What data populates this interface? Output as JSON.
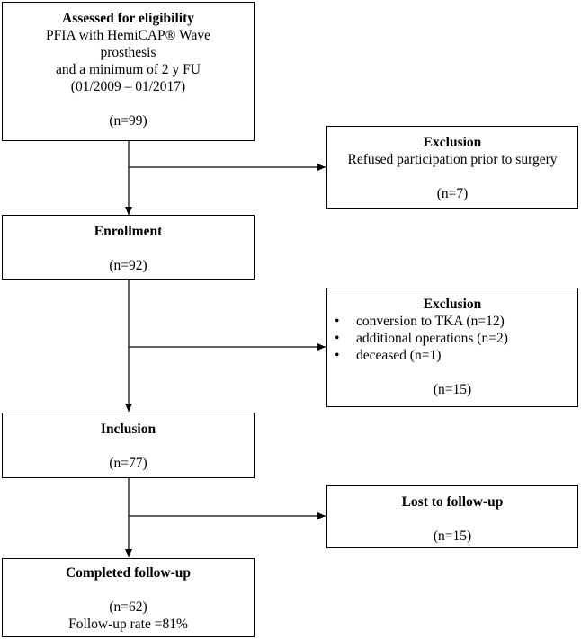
{
  "boxes": {
    "eligibility": {
      "title": "Assessed for eligibility",
      "line1": "PFIA with HemiCAP® Wave",
      "line2": "prosthesis",
      "line3": "and a minimum of 2 y FU",
      "line4": "(01/2009 – 01/2017)",
      "count": "(n=99)"
    },
    "exclusion1": {
      "title": "Exclusion",
      "line1": "Refused participation prior to surgery",
      "count": "(n=7)"
    },
    "enrollment": {
      "title": "Enrollment",
      "count": "(n=92)"
    },
    "exclusion2": {
      "title": "Exclusion",
      "bullet_glyph": "•",
      "items": [
        "conversion to TKA (n=12)",
        "additional operations (n=2)",
        "deceased (n=1)"
      ],
      "count": "(n=15)"
    },
    "inclusion": {
      "title": "Inclusion",
      "count": "(n=77)"
    },
    "lost": {
      "title": "Lost to follow-up",
      "count": "(n=15)"
    },
    "completed": {
      "title": "Completed follow-up",
      "count": "(n=62)",
      "rate": "Follow-up rate =81%"
    }
  }
}
